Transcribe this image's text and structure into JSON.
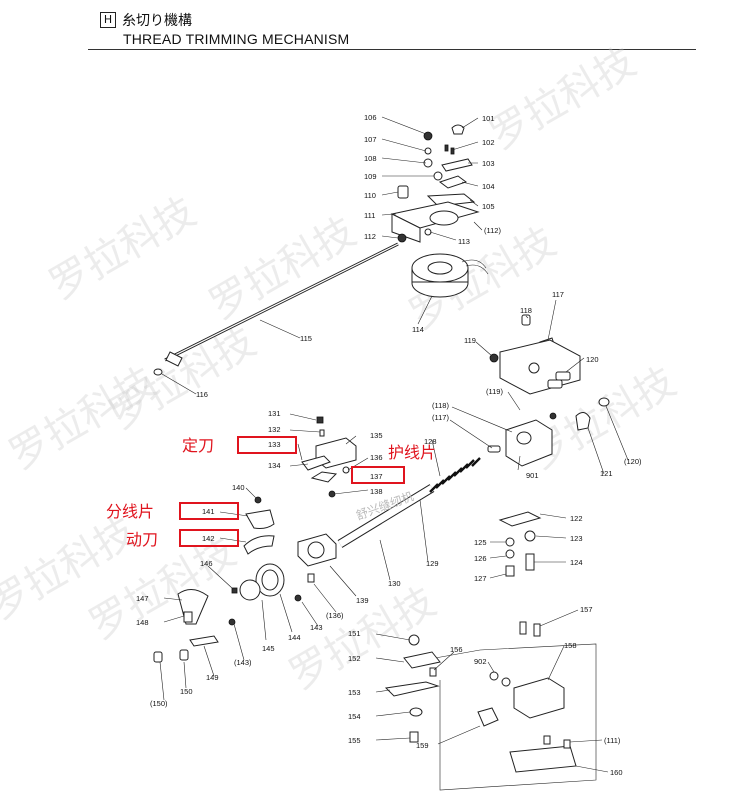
{
  "header": {
    "section_letter": "H",
    "title_jp": "糸切り機構",
    "title_en": "THREAD TRIMMING MECHANISM"
  },
  "watermark": {
    "text": "罗拉科技",
    "color": "#c9c9c9"
  },
  "inner_stamp": "舒兴缝纫机",
  "annotations": [
    {
      "text": "定刀",
      "target": "133",
      "color": "#e0141e"
    },
    {
      "text": "护线片",
      "target": "137",
      "color": "#e0141e"
    },
    {
      "text": "分线片",
      "target": "141",
      "color": "#e0141e"
    },
    {
      "text": "动刀",
      "target": "142",
      "color": "#e0141e"
    }
  ],
  "parts": [
    "106",
    "101",
    "107",
    "102",
    "108",
    "103",
    "109",
    "104",
    "110",
    "105",
    "111",
    "(112)",
    "112",
    "113",
    "114",
    "115",
    "116",
    "117",
    "118",
    "119",
    "120",
    "121",
    "(120)",
    "(117)",
    "(118)",
    "(119)",
    "901",
    "131",
    "132",
    "133",
    "135",
    "134",
    "136",
    "137",
    "128",
    "138",
    "140",
    "141",
    "142",
    "122",
    "123",
    "125",
    "124",
    "126",
    "127",
    "129",
    "130",
    "146",
    "147",
    "148",
    "144",
    "143",
    "(136)",
    "139",
    "145",
    "149",
    "(143)",
    "150",
    "(150)",
    "151",
    "152",
    "156",
    "153",
    "154",
    "155",
    "157",
    "158",
    "902",
    "159",
    "(111)",
    "160"
  ]
}
